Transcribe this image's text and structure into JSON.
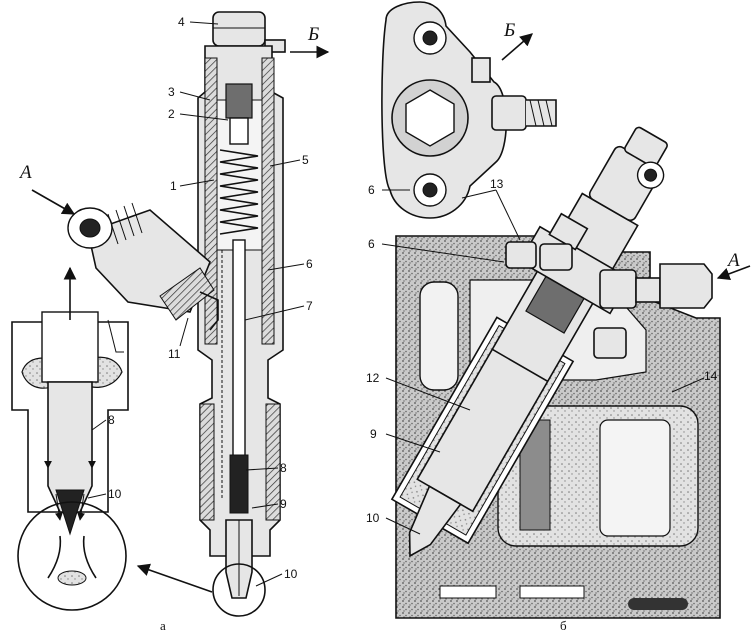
{
  "figure": {
    "part_a": {
      "caption": "а",
      "flow_labels": {
        "fuel_in": "А",
        "fuel_return": "Б"
      },
      "callouts": [
        "1",
        "2",
        "3",
        "4",
        "5",
        "6",
        "7",
        "8",
        "9",
        "10",
        "11"
      ],
      "detail_callouts": [
        "8",
        "10"
      ]
    },
    "part_b": {
      "caption": "б",
      "flow_labels": {
        "fuel_in": "А",
        "fuel_return": "Б"
      },
      "callouts": [
        "6",
        "13",
        "6",
        "12",
        "9",
        "10",
        "14"
      ]
    }
  }
}
